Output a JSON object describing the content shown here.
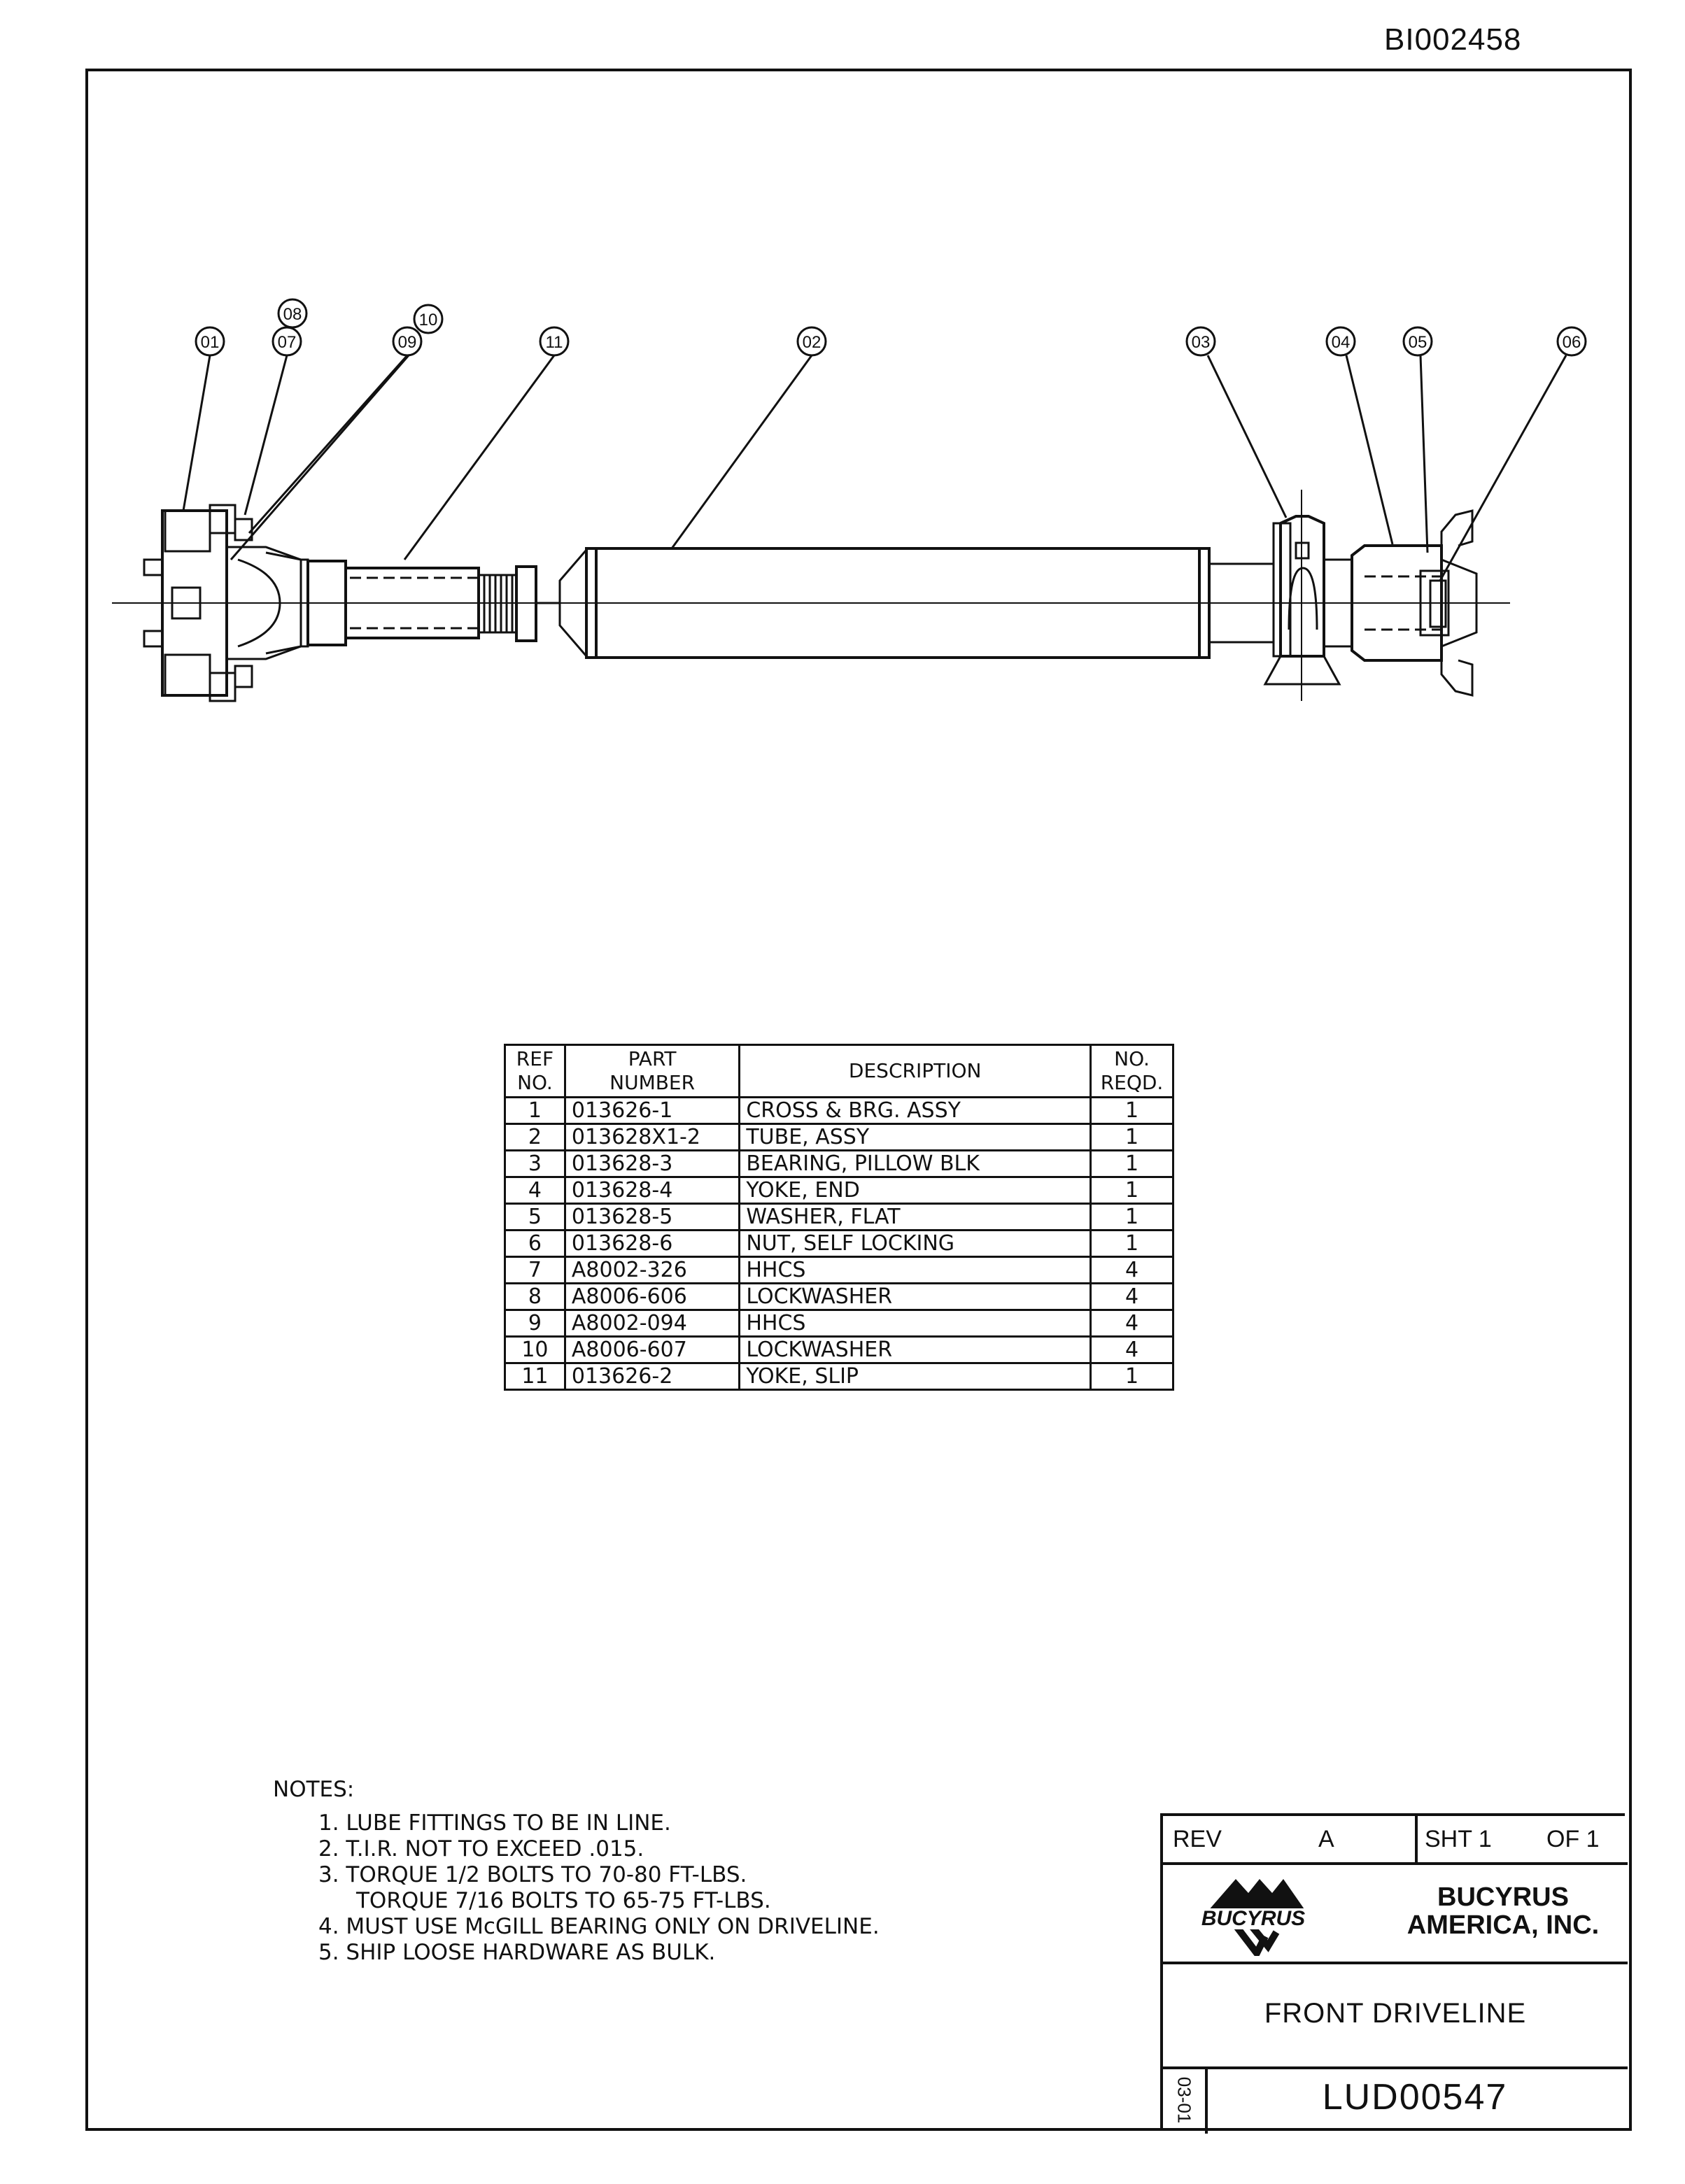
{
  "doc_id": "BI002458",
  "balloons": [
    "01",
    "07",
    "08",
    "09",
    "10",
    "11",
    "02",
    "03",
    "04",
    "05",
    "06"
  ],
  "parts_table": {
    "headers": {
      "ref_line1": "REF",
      "ref_line2": "NO.",
      "part_line1": "PART",
      "part_line2": "NUMBER",
      "description": "DESCRIPTION",
      "qty_line1": "NO.",
      "qty_line2": "REQD."
    },
    "rows": [
      {
        "ref": "1",
        "part": "013626-1",
        "desc": "CROSS & BRG. ASSY",
        "qty": "1"
      },
      {
        "ref": "2",
        "part": "013628X1-2",
        "desc": "TUBE, ASSY",
        "qty": "1"
      },
      {
        "ref": "3",
        "part": "013628-3",
        "desc": "BEARING, PILLOW BLK",
        "qty": "1"
      },
      {
        "ref": "4",
        "part": "013628-4",
        "desc": "YOKE, END",
        "qty": "1"
      },
      {
        "ref": "5",
        "part": "013628-5",
        "desc": "WASHER, FLAT",
        "qty": "1"
      },
      {
        "ref": "6",
        "part": "013628-6",
        "desc": "NUT, SELF LOCKING",
        "qty": "1"
      },
      {
        "ref": "7",
        "part": "A8002-326",
        "desc": "HHCS",
        "qty": "4"
      },
      {
        "ref": "8",
        "part": "A8006-606",
        "desc": "LOCKWASHER",
        "qty": "4"
      },
      {
        "ref": "9",
        "part": "A8002-094",
        "desc": "HHCS",
        "qty": "4"
      },
      {
        "ref": "10",
        "part": "A8006-607",
        "desc": "LOCKWASHER",
        "qty": "4"
      },
      {
        "ref": "11",
        "part": "013626-2",
        "desc": "YOKE, SLIP",
        "qty": "1"
      }
    ]
  },
  "notes": {
    "title": "NOTES:",
    "items": [
      "1. LUBE FITTINGS TO BE IN LINE.",
      "2. T.I.R. NOT TO EXCEED .015.",
      "3. TORQUE 1/2 BOLTS TO 70-80 FT-LBS.",
      "TORQUE 7/16 BOLTS TO 65-75 FT-LBS.",
      "4. MUST USE McGILL BEARING ONLY ON DRIVELINE.",
      "5. SHIP LOOSE HARDWARE AS BULK."
    ]
  },
  "title_block": {
    "rev_label": "REV",
    "rev_value": "A",
    "sht_label": "SHT 1",
    "of_label": "OF 1",
    "logo_text": "BUCYRUS",
    "company_line1": "BUCYRUS",
    "company_line2": "AMERICA, INC.",
    "title": "FRONT DRIVELINE",
    "side_code": "03-01",
    "drawing_number": "LUD00547"
  }
}
